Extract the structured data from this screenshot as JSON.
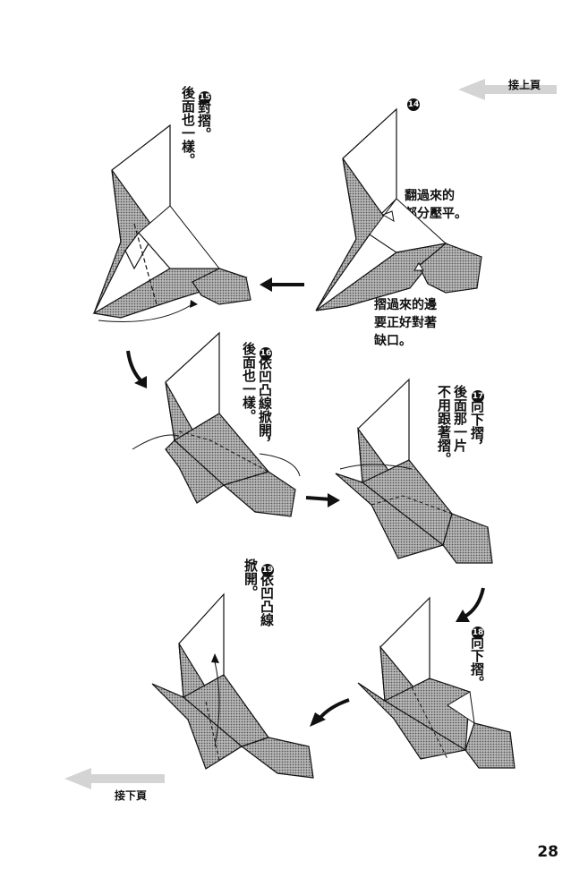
{
  "nav": {
    "prev_label": "接上頁",
    "next_label": "接下頁"
  },
  "page_number": "28",
  "steps": {
    "s14": {
      "num": "14",
      "note_a": "翻過來的",
      "note_b": "部分壓平。",
      "note_c": "摺過來的邊",
      "note_d": "要正好對著",
      "note_e": "缺口。"
    },
    "s15": {
      "num": "15",
      "line1": "對摺。",
      "line2": "後面也一樣。"
    },
    "s16": {
      "num": "16",
      "line1": "依凹凸線掀開，",
      "line2": "後面也一樣。"
    },
    "s17": {
      "num": "17",
      "line1": "向下摺，",
      "line2": "後面那一片",
      "line3": "不用跟著摺。"
    },
    "s18": {
      "num": "18",
      "line1": "向下摺。"
    },
    "s19": {
      "num": "19",
      "line1": "依凹凸線",
      "line2": "掀開。"
    }
  },
  "colors": {
    "paper_fill": "#8c8c8c",
    "paper_light": "#ffffff",
    "ink": "#111111",
    "arrow_gray": "#cfcfcf"
  }
}
